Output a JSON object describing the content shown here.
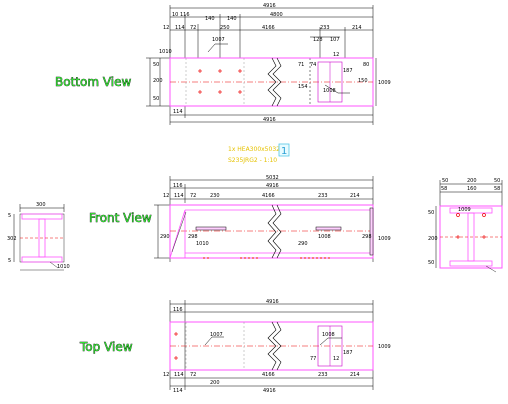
{
  "views": {
    "bottom": "Bottom View",
    "front": "Front View",
    "top": "Top View"
  },
  "title_block": {
    "line1": "1x HEA300x5032",
    "line2": "S235JRG2 - 1:10",
    "mark": "1"
  },
  "bottom_view": {
    "overall_top": "4916",
    "left_sub": "10",
    "sub_b": "116",
    "sub_c": "4800",
    "small_a": "12",
    "small_b": "114",
    "small_c": "72",
    "d1": "140",
    "d2": "140",
    "d3": "250",
    "d4": "4166",
    "d5": "233",
    "d6": "214",
    "r1": "128",
    "r2": "107",
    "callout_a": "1007",
    "callout_b": "1008",
    "callout_c": "1010",
    "end_mark": "1009",
    "v1": "50",
    "v2": "200",
    "v3": "50",
    "v4": "71",
    "v5": "154",
    "v6": "150",
    "v7": "74",
    "v8": "80",
    "v9": "12",
    "v10": "187",
    "bot1": "114",
    "bot2": "4916"
  },
  "front_view": {
    "overall": "5032",
    "sub1": "116",
    "sub2": "4916",
    "s1": "12",
    "s2": "114",
    "s3": "72",
    "s4": "230",
    "s5": "4166",
    "s6": "233",
    "s7": "214",
    "h1": "290",
    "h2": "298",
    "h3": "290",
    "h4": "298",
    "callout_a": "1010",
    "callout_b": "1008",
    "end_mark": "1009"
  },
  "top_view": {
    "overall": "4916",
    "sub1": "116",
    "s1": "12",
    "s2": "114",
    "s3": "72",
    "s4": "200",
    "s5": "4166",
    "s6": "233",
    "s7": "214",
    "callout_a": "1007",
    "callout_b": "1008",
    "end_mark": "1009",
    "r1": "77",
    "r2": "12",
    "r3": "187",
    "bot1": "114",
    "bot2": "4916"
  },
  "section_left": {
    "width": "300",
    "height": "302",
    "callout": "1010",
    "s1": "5",
    "s2": "5"
  },
  "section_right": {
    "w1": "50",
    "w2": "200",
    "w3": "50",
    "w4": "58",
    "w5": "160",
    "w6": "58",
    "h1": "50",
    "h2": "200",
    "h3": "50",
    "callout": "1009"
  }
}
